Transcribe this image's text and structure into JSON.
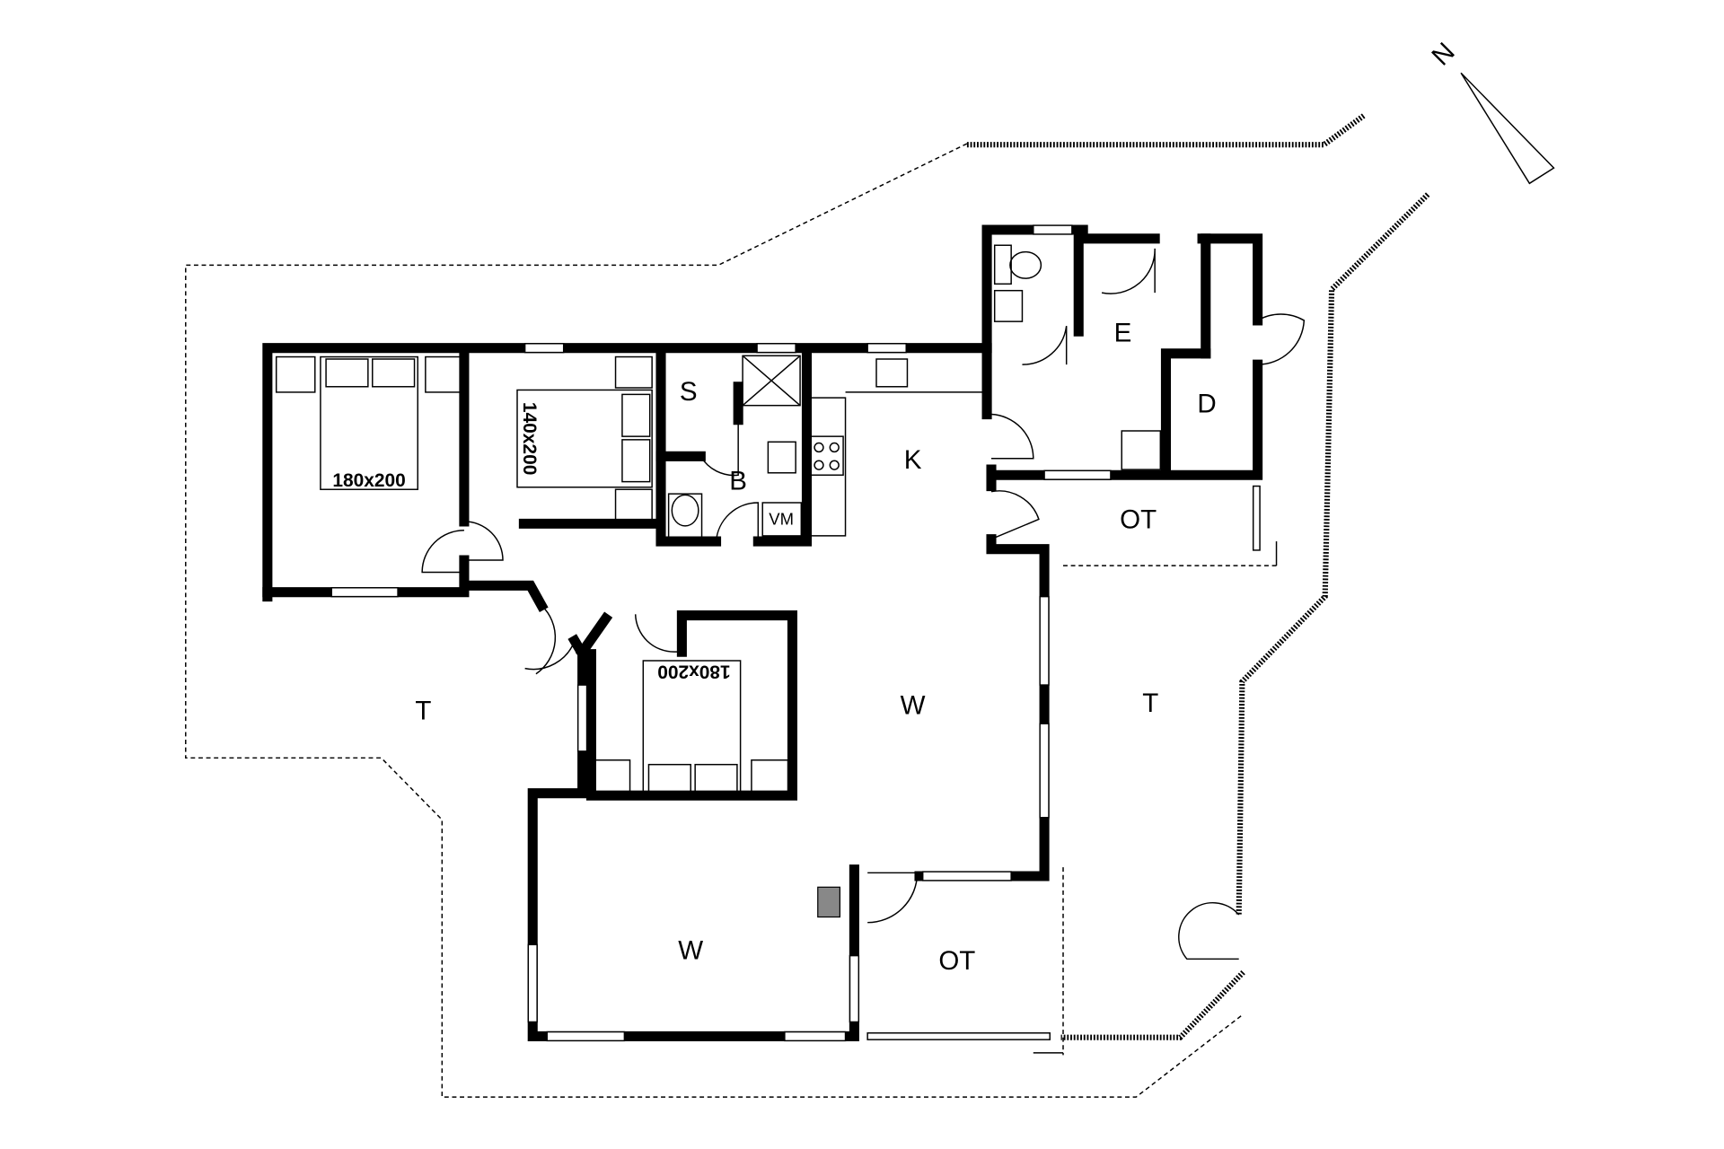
{
  "plan": {
    "north_label": "N",
    "rooms": {
      "bed1": "180x200",
      "bed2": "140x200",
      "bed3": "180x200",
      "s": "S",
      "b": "B",
      "vm": "VM",
      "k": "K",
      "e": "E",
      "d": "D",
      "ot_upper": "OT",
      "ot_lower": "OT",
      "t_left": "T",
      "t_right": "T",
      "w_upper": "W",
      "w_lower": "W"
    }
  }
}
